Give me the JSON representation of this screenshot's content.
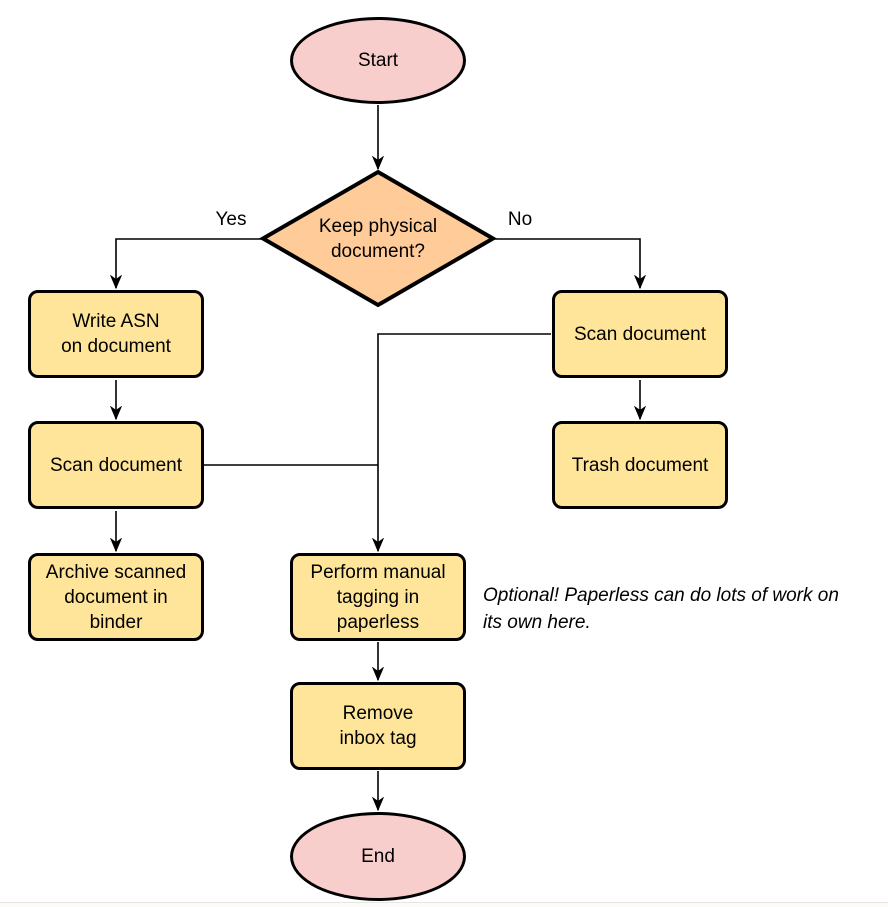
{
  "colors": {
    "terminal_fill": "#f8cecc",
    "decision_fill": "#ffcc99",
    "process_fill": "#ffe599",
    "stroke": "#000000",
    "bg": "#ffffff"
  },
  "nodes": {
    "start": {
      "type": "terminal",
      "label": "Start"
    },
    "decision": {
      "type": "decision",
      "label": "Keep physical\ndocument?"
    },
    "write_asn": {
      "type": "process",
      "label": "Write ASN\non document"
    },
    "scan_left": {
      "type": "process",
      "label": "Scan document"
    },
    "archive": {
      "type": "process",
      "label": "Archive scanned\ndocument in\nbinder"
    },
    "scan_right": {
      "type": "process",
      "label": "Scan document"
    },
    "trash": {
      "type": "process",
      "label": "Trash document"
    },
    "tagging": {
      "type": "process",
      "label": "Perform manual\ntagging in\npaperless"
    },
    "remove_inbox": {
      "type": "process",
      "label": "Remove\ninbox tag"
    },
    "end": {
      "type": "terminal",
      "label": "End"
    }
  },
  "edge_labels": {
    "yes": "Yes",
    "no": "No"
  },
  "annotation": "Optional! Paperless can do lots of work on\nits own here."
}
